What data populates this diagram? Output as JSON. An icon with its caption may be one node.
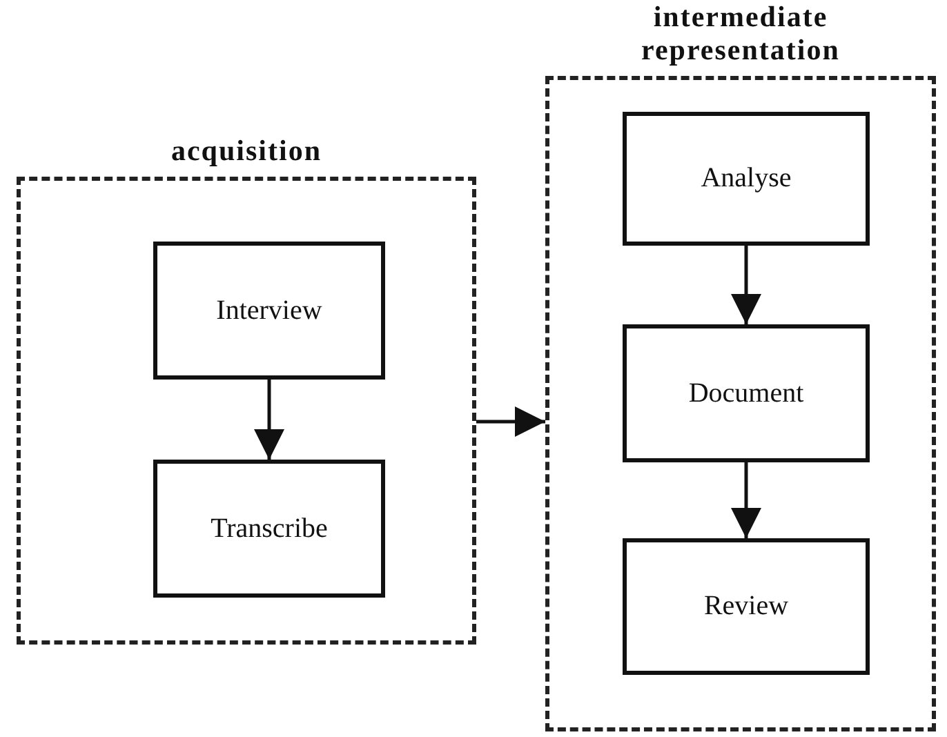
{
  "diagram": {
    "nodes": [
      {
        "text": [
          "acquisition"
        ]
      },
      {
        "text": [
          "Interview"
        ],
        "in": 0
      },
      {
        "text": [
          "Transcribe"
        ],
        "in": 0
      },
      {
        "text": [
          "intermediate representation"
        ]
      },
      {
        "text": [
          "Analyse"
        ],
        "in": 3
      },
      {
        "text": [
          "Document"
        ],
        "in": 3
      },
      {
        "text": [
          "Review"
        ],
        "in": 3
      }
    ],
    "edges": [
      {
        "from": 1,
        "to": 2,
        "arrow": "to"
      },
      {
        "from": 0,
        "to": 3,
        "arrow": "to"
      },
      {
        "from": 4,
        "to": 5,
        "arrow": "to"
      },
      {
        "from": 5,
        "to": 6,
        "arrow": "to"
      }
    ]
  }
}
